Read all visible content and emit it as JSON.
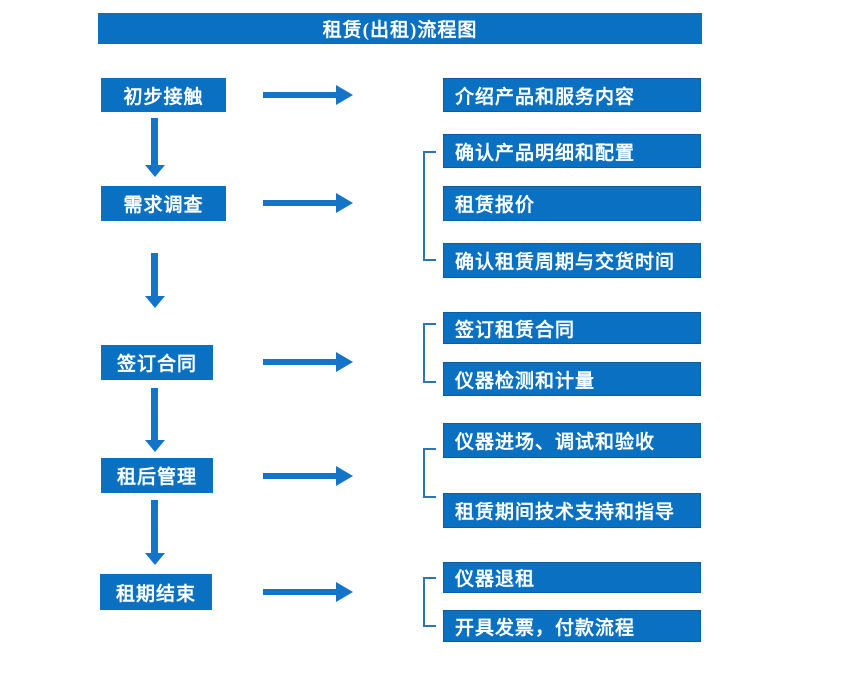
{
  "title": "租赁(出租)流程图",
  "colors": {
    "box": "#0a70c2",
    "arrow": "#1474c8",
    "bracket": "#2e75b6",
    "text": "#ffffff"
  },
  "steps": [
    {
      "label": "初步接触",
      "outputs": [
        "介绍产品和服务内容"
      ]
    },
    {
      "label": "需求调查",
      "outputs": [
        "确认产品明细和配置",
        "租赁报价",
        "确认租赁周期与交货时间"
      ]
    },
    {
      "label": "签订合同",
      "outputs": [
        "签订租赁合同",
        "仪器检测和计量"
      ]
    },
    {
      "label": "租后管理",
      "outputs": [
        "仪器进场、调试和验收",
        "租赁期间技术支持和指导"
      ]
    },
    {
      "label": "租期结束",
      "outputs": [
        "仪器退租",
        "开具发票，付款流程"
      ]
    }
  ]
}
